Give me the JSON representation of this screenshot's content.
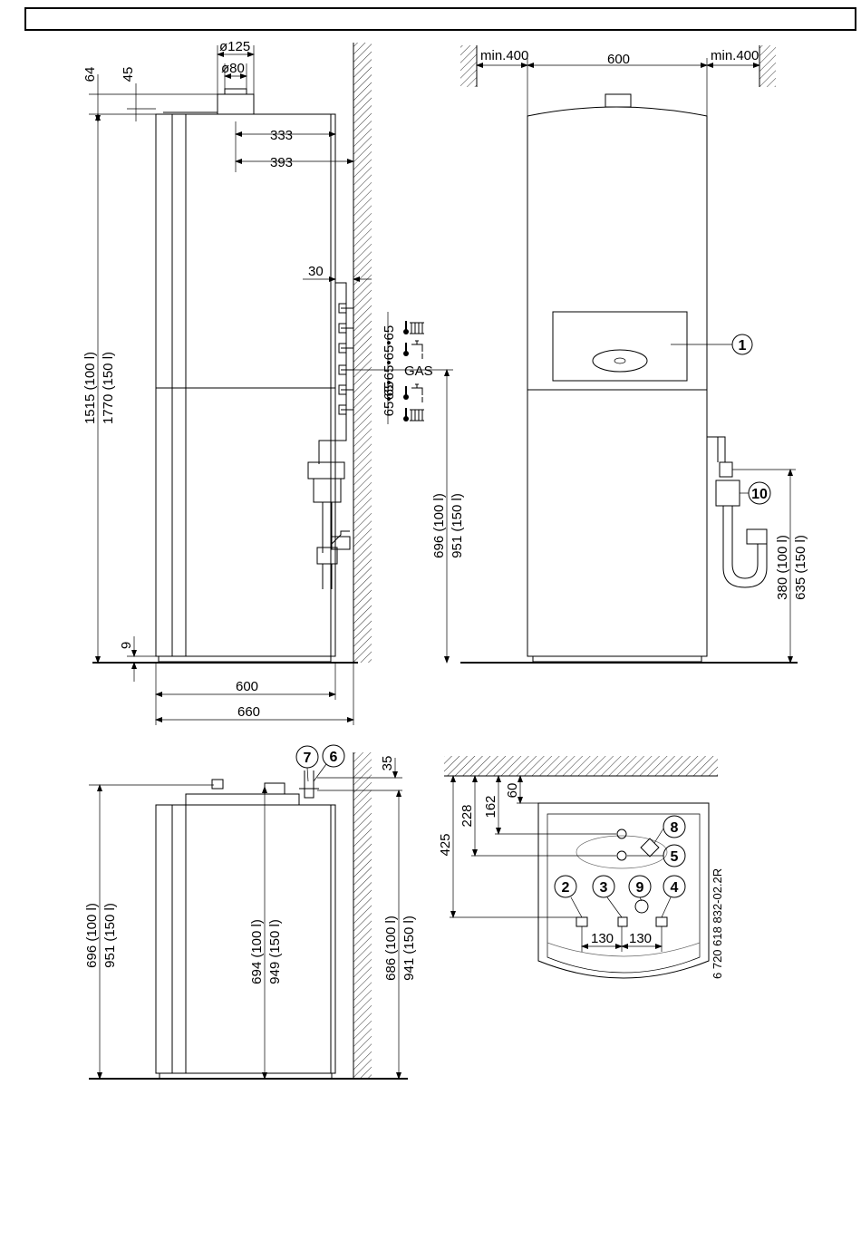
{
  "dimensions": {
    "flue_outer": "ø125",
    "flue_inner": "ø80",
    "top_64": "64",
    "top_45": "45",
    "depth_333": "333",
    "depth_393": "393",
    "wall_30": "30",
    "height_side": "1515 (100 l)",
    "height_side_150": "1770 (150 l)",
    "pipe_spacing": "65•65•65•65",
    "gas_label": "GAS",
    "gas_height": "696 (100 l)",
    "gas_height_150": "951 (150 l)",
    "feet_9": "9",
    "width_600": "600",
    "width_660": "660",
    "clear_left": "min.400",
    "front_width": "600",
    "clear_right": "min.400",
    "drain_height": "380 (100 l)",
    "drain_height_150": "635 (150 l)",
    "low_height": "696 (100 l)",
    "low_height_150": "951 (150 l)",
    "low_inner": "694 (100 l)",
    "low_inner_150": "949 (150 l)",
    "low_wall": "686 (100 l)",
    "low_wall_150": "941 (150 l)",
    "top_35": "35",
    "plan_425": "425",
    "plan_228": "228",
    "plan_162": "162",
    "plan_60": "60",
    "plan_130a": "130",
    "plan_130b": "130"
  },
  "callouts": [
    "1",
    "2",
    "3",
    "4",
    "5",
    "6",
    "7",
    "8",
    "9",
    "10"
  ],
  "drawing_code": "6 720 618 832-02.2R",
  "icons": [
    "radiator-thermometer-icon",
    "tap-hot-water-icon",
    "tap-cold-water-icon",
    "radiator-return-icon"
  ]
}
